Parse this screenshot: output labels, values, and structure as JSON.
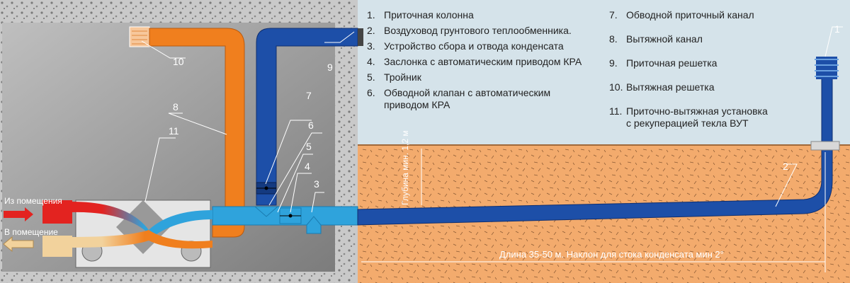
{
  "legend": [
    {
      "num": "1.",
      "text": "Приточная колонна"
    },
    {
      "num": "2.",
      "text": "Воздуховод грунтового теплообменника."
    },
    {
      "num": "3.",
      "text": "Устройство сбора и отвода конденсата"
    },
    {
      "num": "4.",
      "text": "Заслонка с автоматическим приводом КРА"
    },
    {
      "num": "5.",
      "text": "Тройник"
    },
    {
      "num": "6.",
      "text": "Обводной клапан с автоматическим приводом КРА"
    },
    {
      "num": "7.",
      "text": "Обводной приточный канал"
    },
    {
      "num": "8.",
      "text": "Вытяжной канал"
    },
    {
      "num": "9.",
      "text": "Приточная решетка"
    },
    {
      "num": "10.",
      "text": "Вытяжная решетка"
    },
    {
      "num": "11.",
      "text": "Приточно-вытяжная установка с рекуперацией текла ВУТ"
    }
  ],
  "callouts": [
    "1",
    "2",
    "3",
    "4",
    "5",
    "6",
    "7",
    "8",
    "9",
    "10",
    "11"
  ],
  "labels": {
    "from_room": "Из помещения",
    "to_room": "В помещение",
    "depth": "Глубина мин. 1,2 м",
    "length": "Длина 35-50 м. Наклон для стока конденсата мин 2°"
  },
  "colors": {
    "exhaust": "#f07f1e",
    "supply": "#1d4fa8",
    "fresh": "#2fa3dc",
    "warm_in": "#e32320",
    "soil": "#f3ab6d",
    "sky": "#d5e3ea"
  }
}
